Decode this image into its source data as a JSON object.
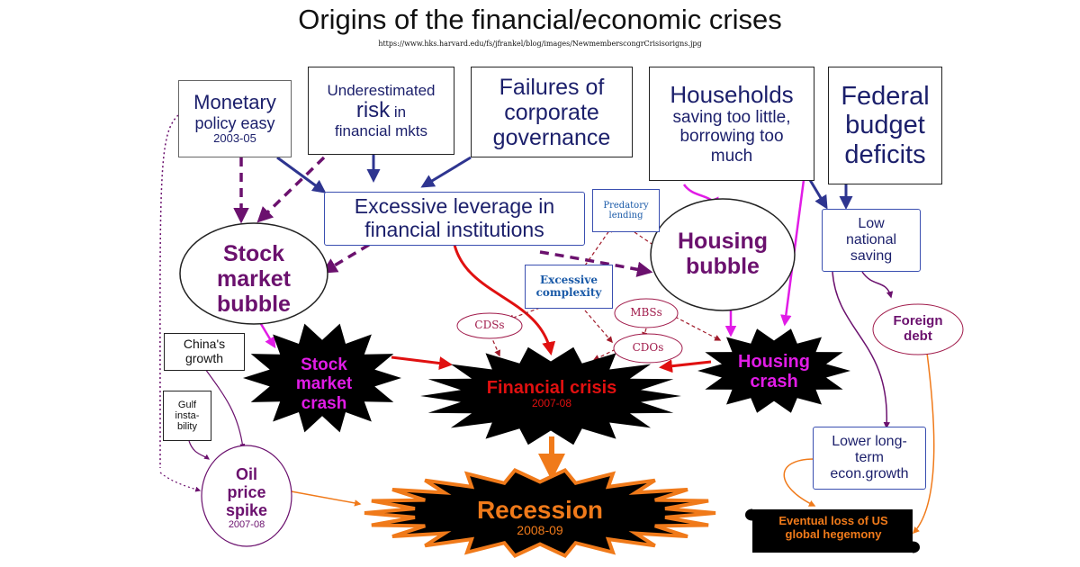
{
  "title": "Origins of the financial/economic crises",
  "source_url": "https://www.hks.harvard.edu/fs/jfrankel/blog/images/NewmemberscongrCrisisorigns.jpg",
  "boxes": {
    "monetary": {
      "l1": "Monetary",
      "l2": "policy easy",
      "l3": "2003-05"
    },
    "risk": {
      "l1": "Underestimated",
      "l2": "risk",
      "l2b": " in",
      "l3": "financial mkts"
    },
    "governance": {
      "l1": "Failures of",
      "l2": "corporate",
      "l3": "governance"
    },
    "households": {
      "l1": "Households",
      "l2": "saving too little,",
      "l3": "borrowing too",
      "l4": "much"
    },
    "federal": {
      "l1": "Federal",
      "l2": "budget",
      "l3": "deficits"
    },
    "leverage": {
      "l1": "Excessive leverage in",
      "l2": "financial institutions"
    },
    "predatory": {
      "l1": "Predatory",
      "l2": "lending"
    },
    "complexity": {
      "l1": "Excessive",
      "l2": "complexity"
    },
    "low_saving": {
      "l1": "Low",
      "l2": "national",
      "l3": "saving"
    },
    "china": {
      "l1": "China's",
      "l2": "growth"
    },
    "gulf": {
      "l1": "Gulf",
      "l2": "insta-",
      "l3": "bility"
    },
    "lower_growth": {
      "l1": "Lower long-",
      "l2": "term",
      "l3": "econ.growth"
    },
    "hegemony": {
      "l1": "Eventual loss of US",
      "l2": "global hegemony"
    }
  },
  "ellipses": {
    "stock_bubble": {
      "l1": "Stock",
      "l2": "market",
      "l3": "bubble"
    },
    "housing_bubble": {
      "l1": "Housing",
      "l2": "bubble"
    },
    "cdss": "CDSs",
    "mbss": "MBSs",
    "cdos": "CDOs",
    "foreign_debt": {
      "l1": "Foreign",
      "l2": "debt"
    },
    "oil": {
      "l1": "Oil",
      "l2": "price",
      "l3": "spike",
      "l4": "2007-08"
    }
  },
  "bursts": {
    "stock_crash": {
      "l1": "Stock",
      "l2": "market",
      "l3": "crash"
    },
    "financial_crisis": {
      "l1": "Financial crisis",
      "l2": "2007-08"
    },
    "housing_crash": {
      "l1": "Housing",
      "l2": "crash"
    },
    "recession": {
      "l1": "Recession",
      "l2": "2008-09"
    }
  },
  "colors": {
    "navy": "#1b1f6b",
    "arrow_blue": "#2e3590",
    "purple": "#6b116e",
    "magenta": "#e11ce6",
    "red": "#e01010",
    "orange": "#f07a1a",
    "dark_red_dashed": "#a01a2a",
    "burst_fill": "#000000"
  }
}
